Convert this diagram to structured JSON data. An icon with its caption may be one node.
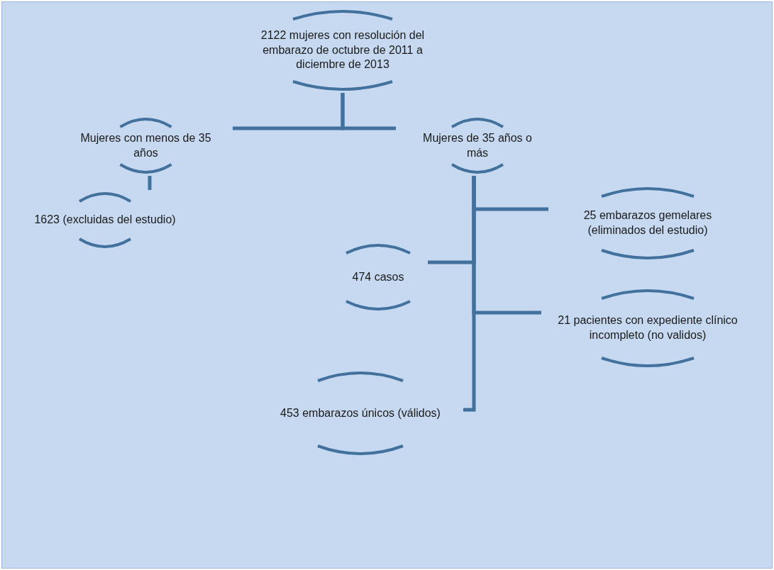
{
  "diagram": {
    "nodes": [
      {
        "text": [
          "2122 mujeres con resolución del embarazo de octubre de 2011 a diciembre de 2013"
        ]
      },
      {
        "text": [
          "Mujeres con menos de 35 años"
        ]
      },
      {
        "text": [
          "Mujeres de 35 años o más"
        ]
      },
      {
        "text": [
          "1623 (excluidas del estudio)"
        ]
      },
      {
        "text": [
          "25 embarazos gemelares (eliminados del estudio)"
        ]
      },
      {
        "text": [
          "474 casos"
        ]
      },
      {
        "text": [
          "21 pacientes con expediente clínico incompleto (no validos)"
        ]
      },
      {
        "text": [
          "453 embarazos únicos (válidos)"
        ]
      }
    ],
    "edges": [
      {
        "from": 0,
        "to": 1,
        "arrow": "none"
      },
      {
        "from": 0,
        "to": 2,
        "arrow": "none"
      },
      {
        "from": 1,
        "to": 3,
        "arrow": "none"
      },
      {
        "from": 2,
        "to": 4,
        "arrow": "none"
      },
      {
        "from": 2,
        "to": 5,
        "arrow": "none"
      },
      {
        "from": 2,
        "to": 6,
        "arrow": "none"
      },
      {
        "from": 2,
        "to": 7,
        "arrow": "none"
      }
    ]
  }
}
